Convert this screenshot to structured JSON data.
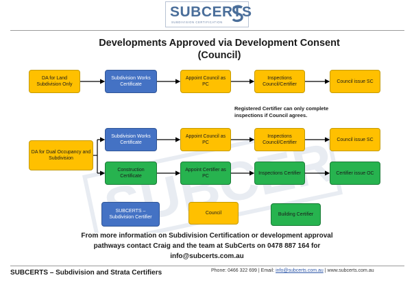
{
  "logo": {
    "text": "SUBCERTS",
    "tagline": "SUBDIVISION CERTIFICATION"
  },
  "title_line1": "Developments Approved via Development Consent",
  "title_line2": "(Council)",
  "row1": {
    "start": "DA for Land Subdivision Only",
    "step1": "Subdivision Works Certificate",
    "step2": "Appoint Council as PC",
    "step3": "Inspections Council/Certifier",
    "end": "Council issue SC"
  },
  "note": "Registered Certifier can only complete inspections if Council agrees.",
  "row2": {
    "start": "DA for Dual Occupancy and Subdivision",
    "a_step1": "Subdivision Works Certificate",
    "a_step2": "Appoint Council as PC",
    "a_step3": "Inspections Council/Certifier",
    "a_end": "Council issue SC",
    "b_step1": "Construction Certificate",
    "b_step2": "Appoint Certifier as PC",
    "b_step3": "Inspections Certifier",
    "b_end": "Certifier issue OC"
  },
  "legend": {
    "blue": "SUBCERTS – Subdivision Certifier",
    "orange": "Council",
    "green": "Building Certifier"
  },
  "info": "From more information on Subdivision Certification or development approval pathways contact Craig and the team at SubCerts on 0478 887 164 for info@subcerts.com.au",
  "footer": {
    "company": "SUBCERTS – Subdivision and Strata Certifiers",
    "phone": "Phone: 0466 322 699 | Email: ",
    "email": "info@subcerts.com.au",
    "sep": " | ",
    "web": "www.subcerts.com.au"
  },
  "colors": {
    "orange": "#ffc000",
    "blue": "#4472c4",
    "green": "#27b34f"
  }
}
